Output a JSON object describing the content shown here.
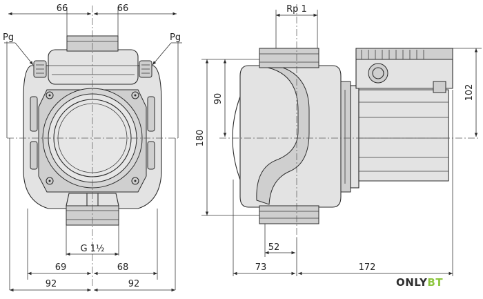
{
  "dimensions": {
    "top_left": "66",
    "top_right": "66",
    "pg_left": "Pg",
    "pg_right": "Pg",
    "rp": "Rp 1",
    "g_thread": "G 1½",
    "bottom_69": "69",
    "bottom_68": "68",
    "bottom_92_left": "92",
    "bottom_92_right": "92",
    "height_180": "180",
    "height_90": "90",
    "height_102": "102",
    "width_52": "52",
    "width_73": "73",
    "width_172": "172"
  },
  "watermark": {
    "text_dark": "ONLY",
    "text_accent": "BT",
    "color_dark": "#2f2f2f",
    "color_accent": "#8dc63f"
  }
}
